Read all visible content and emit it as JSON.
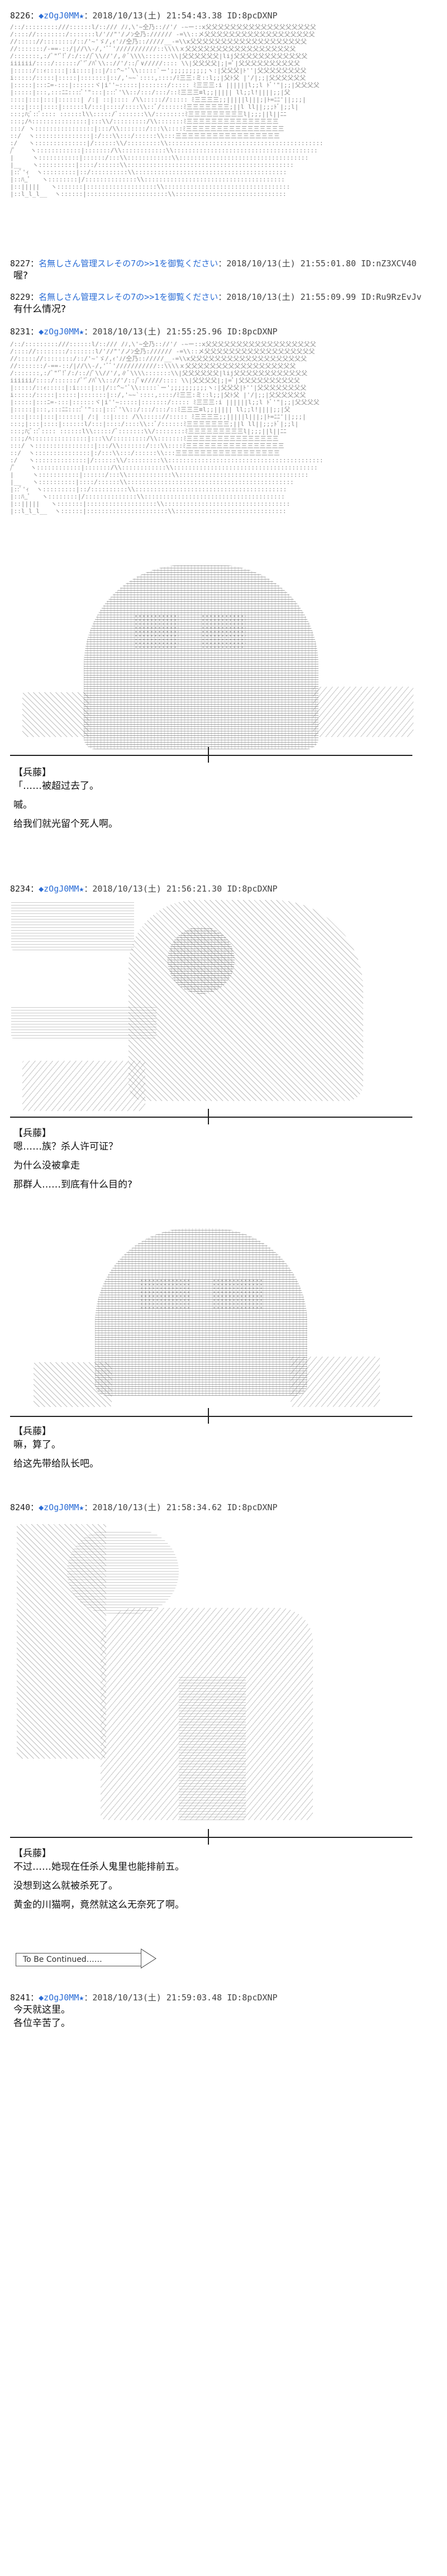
{
  "posts": {
    "p8226": {
      "number": "8226：",
      "name": "◆zOgJ0MM",
      "star": "★",
      "date": "：2018/10/13(土) 21:54:43.38",
      "uid": "ID:8pcDXNP"
    },
    "p8227": {
      "number": "8227：",
      "name": "名無しさん管理スレその7の>>1を御覧ください",
      "date": "：2018/10/13(土) 21:55:01.80",
      "uid": "ID:nZ3XCV40",
      "text": "喔?"
    },
    "p8229": {
      "number": "8229：",
      "name": "名無しさん管理スレその7の>>1を御覧ください",
      "date": "：2018/10/13(土) 21:55:09.99",
      "uid": "ID:Ru9RzEvJv",
      "text": "有什么情况?"
    },
    "p8231": {
      "number": "8231：",
      "name": "◆zOgJ0MM",
      "star": "★",
      "date": "：2018/10/13(土) 21:55:25.96",
      "uid": "ID:8pcDXNP",
      "speaker": "【兵藤】",
      "lines": [
        "「……被超过去了。",
        "嘁。",
        "给我们就光留个死人啊。"
      ]
    },
    "p8234": {
      "number": "8234：",
      "name": "◆zOgJ0MM",
      "star": "★",
      "date": "：2018/10/13(土) 21:56:21.30",
      "uid": "ID:8pcDXNP",
      "speaker": "【兵藤】",
      "lines": [
        "嗯……族？杀人许可证？",
        "为什么没被拿走",
        "那群人……到底有什么目的?"
      ],
      "speaker2": "【兵藤】",
      "lines2": [
        "嘛，算了。",
        "给这先带给队长吧。"
      ]
    },
    "p8240": {
      "number": "8240：",
      "name": "◆zOgJ0MM",
      "star": "★",
      "date": "：2018/10/13(土) 21:58:34.62",
      "uid": "ID:8pcDXNP",
      "speaker": "【兵藤】",
      "lines": [
        "不过……她现在任杀人鬼里也能排前五。",
        "没想到这么就被杀死了。",
        "黄金的川猫啊，竟然就这么无奈死了啊。"
      ],
      "tbc": "To Be Continued……"
    },
    "p8241": {
      "number": "8241：",
      "name": "◆zOgJ0MM",
      "star": "★",
      "date": "：2018/10/13(土) 21:59:03.48",
      "uid": "ID:8pcDXNP",
      "lines": [
        "今天就这里。",
        "各位辛苦了。"
      ]
    }
  },
  "aa": {
    "scene1_lines": [
      "/::/:::::::::///::::::l/::/// /ﾉ,\\'~仝乃:://'/ -~ー::x父父父父父父父父父父父父父父父父父父",
      "/:::://::::::::/:::::::l/'//\"'/ノﾝ仝乃:////// -=\\\\::メ父父父父父父父父父父父父父父父父父父",
      "//::::://::::::::/::/'~'ゞ/,ｨ'ﾉ/仝乃:://///__-=\\\\x父父父父父父父父父父父父父父父父父父父",
      "//:::::::/-==-::/|//\\\\-/,'ﾞﾞ'///////////::\\\\\\\\ｘ父父父父父父父父父父父父父父父父父父",
      "/:::::::,:/ﾞ\"'ﾞ!ﾞ/:/:://ﾞ\\\\//'/,∥ﾞ\\\\\\\\:::::::\\\\|父父父父父父|lij父父父父父父父父父父父父",
      "iiiiii/::::/::::::/ﾞ'ﾞ/ﾊﾟ\\\\:://'/::/ﾞ∨/////:::: \\\\|父父父父|;|=ﾟ|父父父父父父父父父父",
      "|:::::/::ｨ:::::|:i::::|::|/::^~'ﾞ\\\\:::::`ー';;;;;;;;;;ヽ:|父父父|ﾄ''|父父父父父父父父",
      "i:::::/:::::|:::::|:::::::|::/,'~~`::::,::::/ﾐ三三:ミ::l;;|父ﾄ父 |'/|;;|父父父父父父",
      "|:::::|:::ﾆ=-:::|::::::ヾ|i''~:::::|:::::::/::::: ﾐ三三三:i ||||||l;;l ﾄﾞ'\"|;;|父父父父",
      "|:::::|:::,:::ﾆﾆ::::ﾞ'\":::|:::ﾞ'\\\\::/:::/:::/::ﾐ三三三≡l;;||||| ll;;l!||||;;|父",
      "::::|:::|:::|::::::| /:| ::|:::: /\\\\::::://::::: ﾐ三三三三;;|||||l|||;|ﾄ=ﾆﾆ'||;;;|",
      ":::;|:::|::::|::::::l/:::|::::/::::\\\\::ﾞ/::::::ﾐ三三三三三三三;||l ll||;;;ﾄﾞ|;;l|",
      ":::;ﾊ;ﾞ::ﾞ:::: ::::::l\\\\:::::/ﾞ:::::::\\\\/::::::::ﾐ三三三三三三三三三l|;;;||l||ﾆﾆ",
      ":::;/ﾍ:::::::::::::::|:::\\\\/:::::::::/\\\\:::::::ﾐ三三三三三三三三三三三三三三三",
      ":::/ ヽ::::::::::::::::|:::/\\\\:::::::/:::\\\\::::ﾐ三三三三三三三三三三三三三三三三",
      "::/  ヽ:::::::::::::::|:/:::\\\\:::/::::::\\\\:::三三三三三三三三三三三三三三三三三",
      ":/   ヽ::::::::::::::|/::::::\\\\/:::::::::\\\\::::::::::::::::::::::::::::::::::::::::::",
      "/ﾟ    ヽ::::::::::::|:::::::/\\\\::::::::::::\\\\:::::::::::::::::::::::::::::::::::::::",
      "|     ヽ:::::::::::|::::::/:::\\\\::::::::::::\\\\:::::::::::::::::::::::::::::::::::",
      "|__   ヽ::::::::::|::::/::::::\\\\:::::::::::::::::::::::::::::::::::::::::::::",
      "|::ﾞ'ｨ  ヽ:::::::::|::/::::::::::\\\\:::::::::::::::::::::::::::::::::::::::::",
      "|::ﾊ_ﾟ   ヽ::::::::|/::::::::::::::\\\\::::::::::::::::::::::::::::::::::::::",
      "|::|||||   ヽ:::::::|:::::::::::::::::::\\\\::::::::::::::::::::::::::::::::::",
      "|::l_l_l__  ヽ::::::|::::::::::::::::::::::\\\\::::::::::::::::::::::::::::::"
    ]
  }
}
